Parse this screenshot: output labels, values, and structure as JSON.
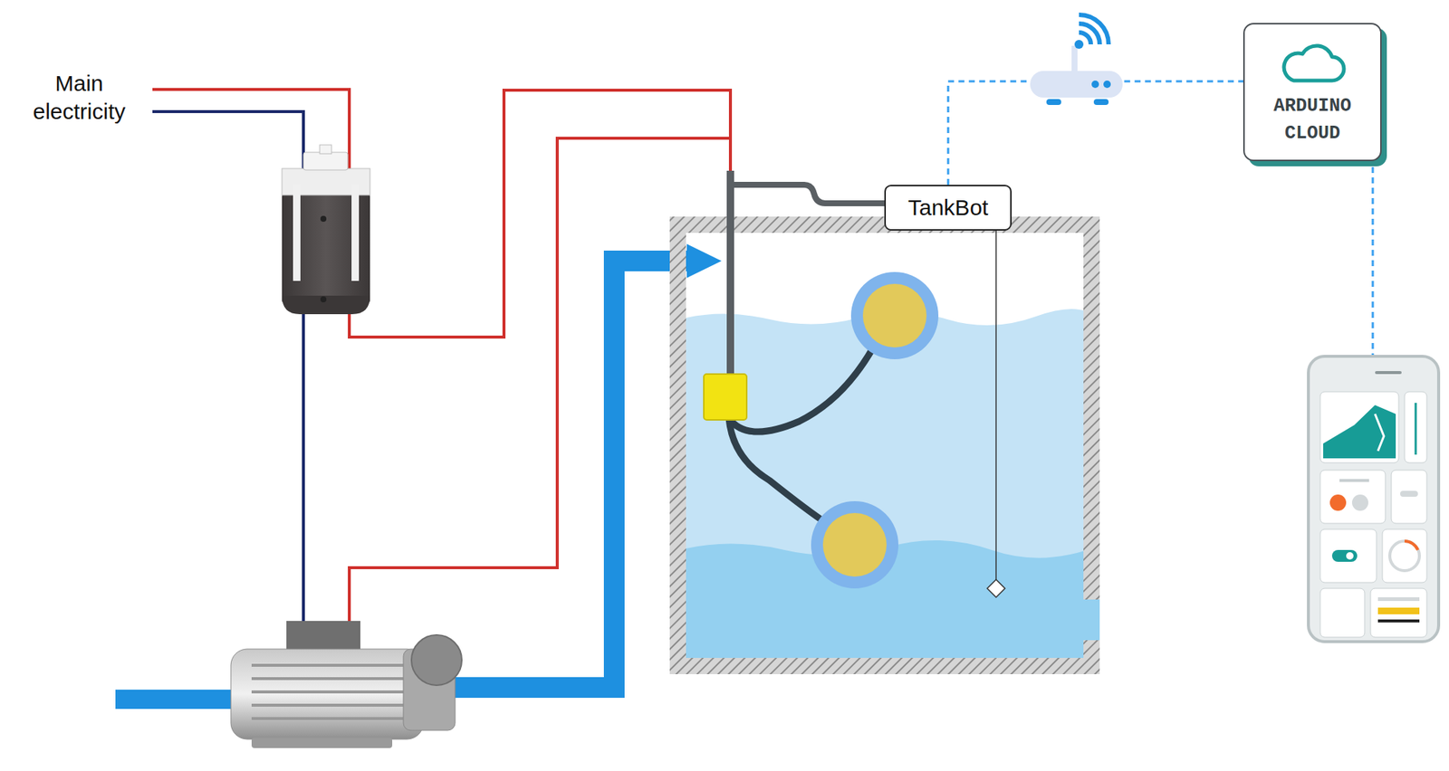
{
  "diagram": {
    "nodes": [
      {
        "text": [
          "TankBot"
        ]
      },
      {
        "text": [
          "ARDUINO CLOUD"
        ]
      }
    ],
    "edges": [
      {
        "from": 0,
        "to": 1,
        "arrow": "none"
      }
    ],
    "labels": [
      "Main electricity"
    ]
  }
}
